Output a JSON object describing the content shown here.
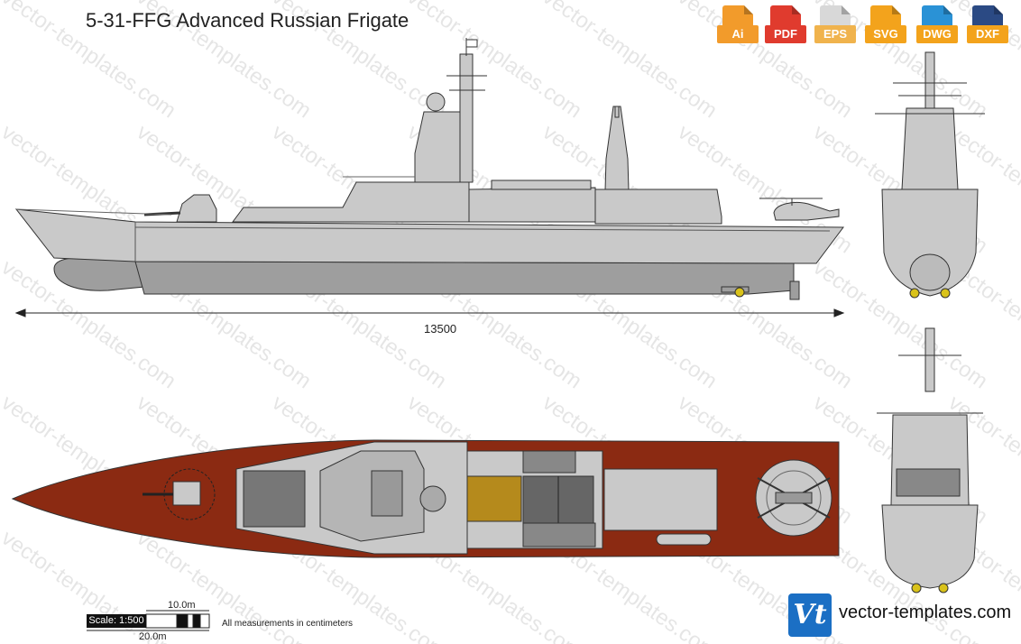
{
  "title": "5-31-FFG Advanced Russian Frigate",
  "formats": [
    {
      "label": "Ai",
      "color": "#f29b2b"
    },
    {
      "label": "PDF",
      "color": "#e03b2e"
    },
    {
      "label": "EPS",
      "color": "#d8d8d8"
    },
    {
      "label": "SVG",
      "color": "#f3a31c"
    },
    {
      "label": "DWG",
      "color": "#2a92d6"
    },
    {
      "label": "DXF",
      "color": "#2b4a84"
    }
  ],
  "dimension": "13500",
  "scale": {
    "label": "Scale: 1:500",
    "ten": "10.0m",
    "twenty": "20.0m"
  },
  "measurement_note": "All measurements in centimeters",
  "watermark": "vector-templates.com",
  "logo": {
    "mark": "Vt",
    "text": "vector-templates.com"
  },
  "colors": {
    "hull": "#c9c9c9",
    "hull_under": "#9e9e9e",
    "deck": "#8b2a12",
    "outline": "#333333",
    "brand": "#1b6fc4"
  }
}
